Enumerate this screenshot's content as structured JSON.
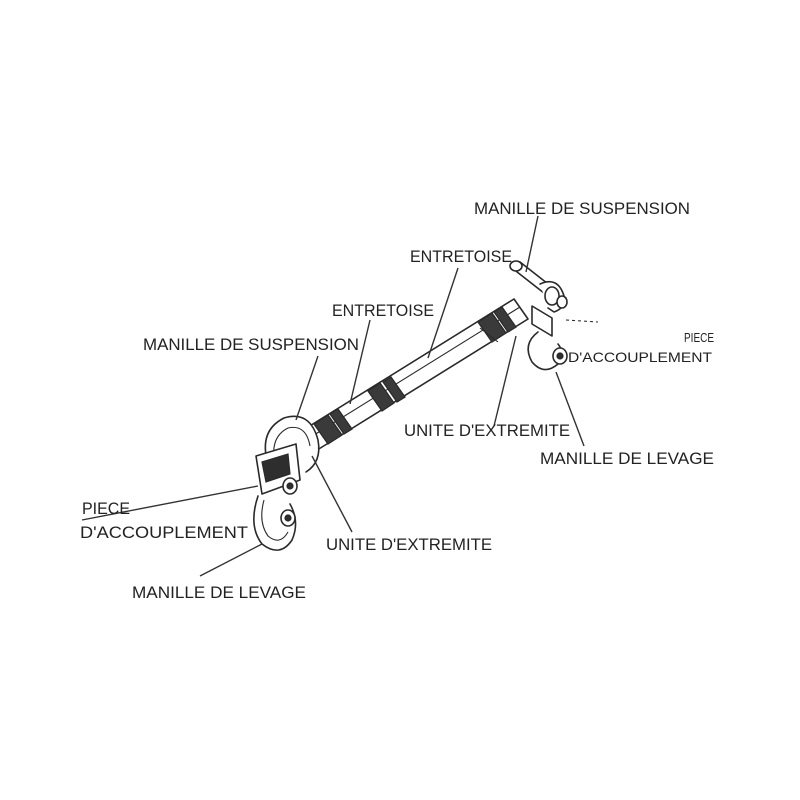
{
  "labels": {
    "suspension_right": "MANILLE DE SUSPENSION",
    "entretoise_right": "ENTRETOISE",
    "entretoise_left": "ENTRETOISE",
    "suspension_left": "MANILLE DE SUSPENSION",
    "piece_right_line1": "PIECE",
    "piece_right_line2": "D'ACCOUPLEMENT",
    "unite_right": "UNITE D'EXTREMITE",
    "levage_right": "MANILLE DE LEVAGE",
    "piece_left_line1": "PIECE",
    "piece_left_line2": "D'ACCOUPLEMENT",
    "unite_left": "UNITE D'EXTREMITE",
    "levage_left": "MANILLE DE LEVAGE"
  },
  "colors": {
    "ink": "#2a2a2a",
    "text": "#222222",
    "background": "#ffffff"
  }
}
